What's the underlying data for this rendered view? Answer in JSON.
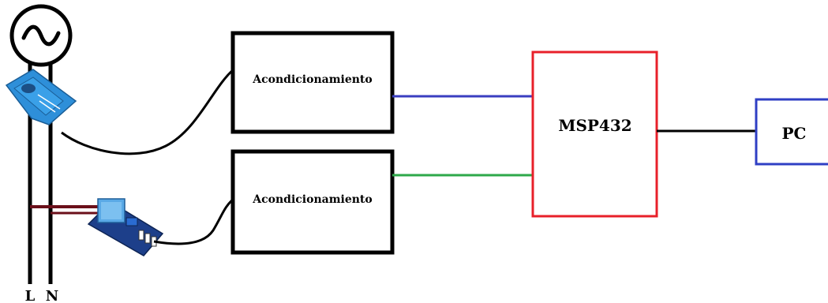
{
  "diagram": {
    "source_symbol": "~",
    "blocks": {
      "cond_top": {
        "label": "Acondicionamiento"
      },
      "cond_bottom": {
        "label": "Acondicionamiento"
      },
      "mcu": {
        "label": "MSP432"
      },
      "pc": {
        "label": "PC"
      }
    },
    "line_labels": {
      "live": "L",
      "neutral": "N"
    },
    "sensor_icons": {
      "current": "current-transformer-sensor",
      "voltage": "voltage-transformer-module"
    },
    "colors": {
      "box_black": "#000000",
      "mcu_border": "#e8202a",
      "pc_border": "#2f3fc4",
      "wire_blue": "#3a3ec0",
      "wire_green": "#2ea84a",
      "wire_dark_red": "#6b0f1a",
      "sensor_blue": "#2e8fd9"
    }
  }
}
